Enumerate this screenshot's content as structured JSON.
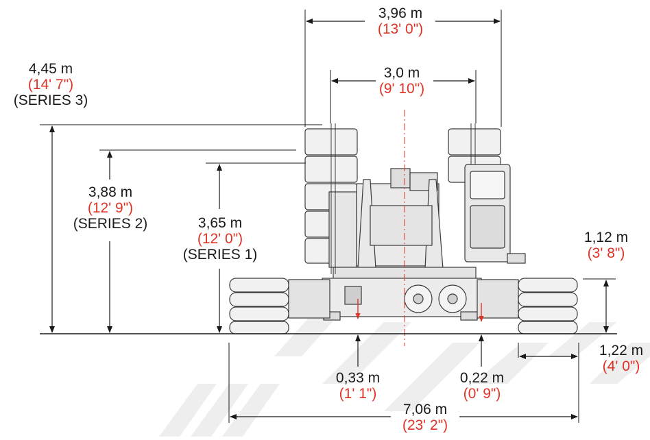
{
  "colors": {
    "metric": "#1a1a1a",
    "imperial": "#e03226",
    "machine_fill": "#f1f1f1",
    "machine_stroke": "#3a3a3a",
    "watermark": "#eeeeee"
  },
  "dimensions": {
    "overall_width": {
      "metric": "3,96 m",
      "imperial": "(13' 0\")"
    },
    "cab_width": {
      "metric": "3,0 m",
      "imperial": "(9' 10\")"
    },
    "height_series3": {
      "metric": "4,45 m",
      "imperial": "(14' 7\")",
      "series": "(SERIES 3)"
    },
    "height_series2": {
      "metric": "3,88 m",
      "imperial": "(12' 9\")",
      "series": "(SERIES 2)"
    },
    "height_series1": {
      "metric": "3,65 m",
      "imperial": "(12' 0\")",
      "series": "(SERIES 1)"
    },
    "track_height": {
      "metric": "1,12 m",
      "imperial": "(3' 8\")"
    },
    "track_width": {
      "metric": "1,22 m",
      "imperial": "(4' 0\")"
    },
    "ground_clearance_left": {
      "metric": "0,33 m",
      "imperial": "(1' 1\")"
    },
    "ground_clearance_right": {
      "metric": "0,22 m",
      "imperial": "(0' 9\")"
    },
    "overall_track_span": {
      "metric": "7,06 m",
      "imperial": "(23' 2\")"
    }
  }
}
